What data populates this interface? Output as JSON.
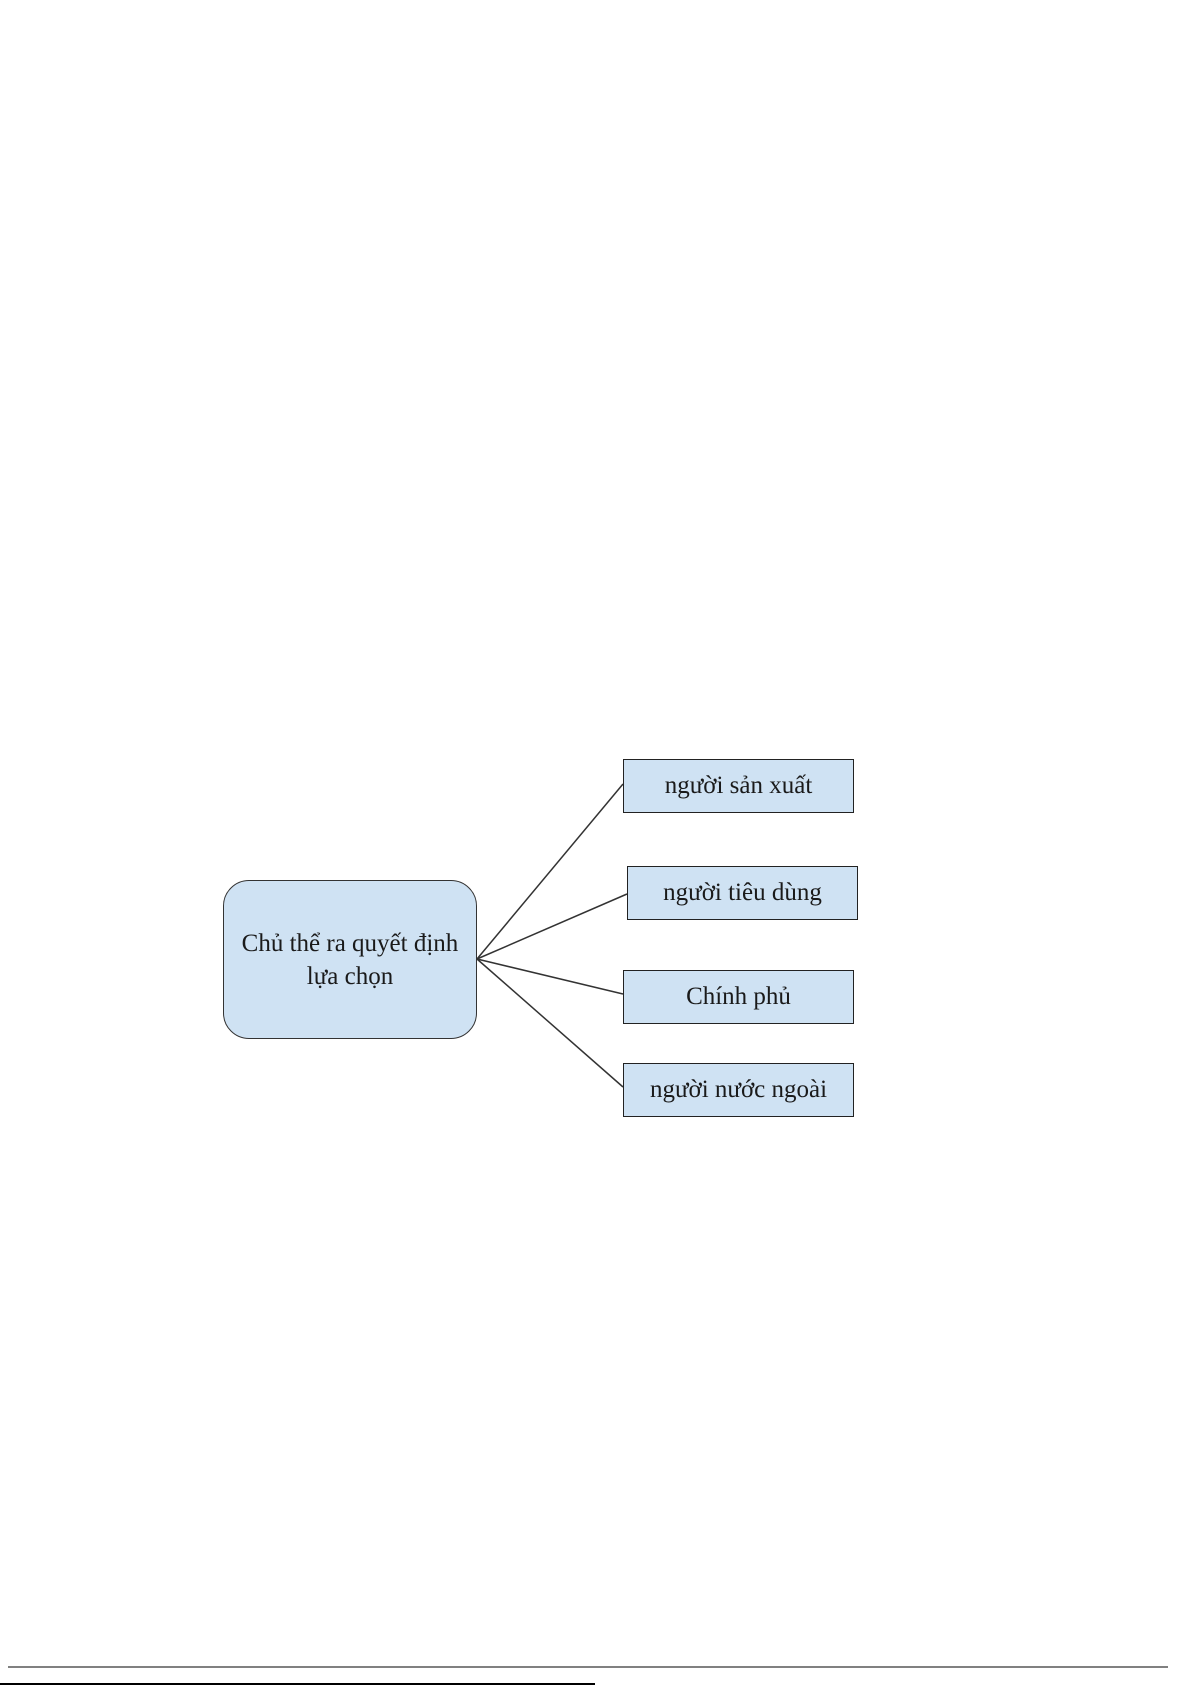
{
  "diagram": {
    "root": {
      "label": "Chủ thể ra quyết định lựa chọn"
    },
    "children": [
      {
        "label": "người sản xuất"
      },
      {
        "label": "người tiêu dùng"
      },
      {
        "label": "Chính phủ"
      },
      {
        "label": "người nước ngoài"
      }
    ],
    "colors": {
      "node_fill": "#cfe2f3",
      "border": "#222222",
      "connector": "#333333"
    }
  }
}
